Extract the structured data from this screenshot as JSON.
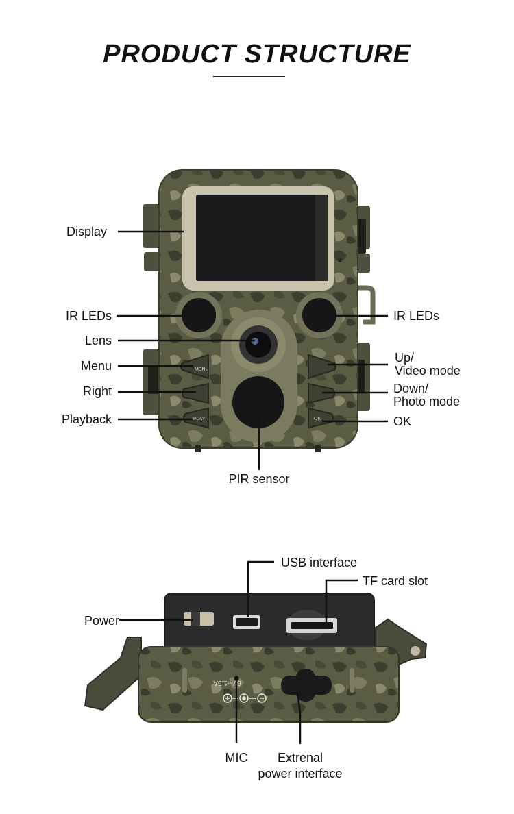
{
  "title": "PRODUCT STRUCTURE",
  "front_labels": {
    "display": "Display",
    "ir_leds_left": "IR LEDs",
    "lens": "Lens",
    "menu": "Menu",
    "right": "Right",
    "playback": "Playback",
    "ir_leds_right": "IR LEDs",
    "up_line1": "Up/",
    "up_line2": "Video mode",
    "down_line1": "Down/",
    "down_line2": "Photo mode",
    "ok": "OK",
    "pir_sensor": "PIR sensor"
  },
  "bottom_labels": {
    "usb_interface": "USB interface",
    "tf_card_slot": "TF card slot",
    "power": "Power",
    "mic": "MIC",
    "external_power_line1": "Extrenal",
    "external_power_line2": "power interface"
  },
  "device_markings": {
    "button_menu": "MENU",
    "button_playback": "PLAY",
    "button_ok": "OK",
    "power_rating": "6V⎓1.5A"
  },
  "colors": {
    "camo_base": "#5a5c44",
    "camo_dark": "#3a3d2e",
    "camo_light": "#8a8a6a",
    "screen": "#1b1b1d",
    "bezel": "#c9c2ad"
  }
}
